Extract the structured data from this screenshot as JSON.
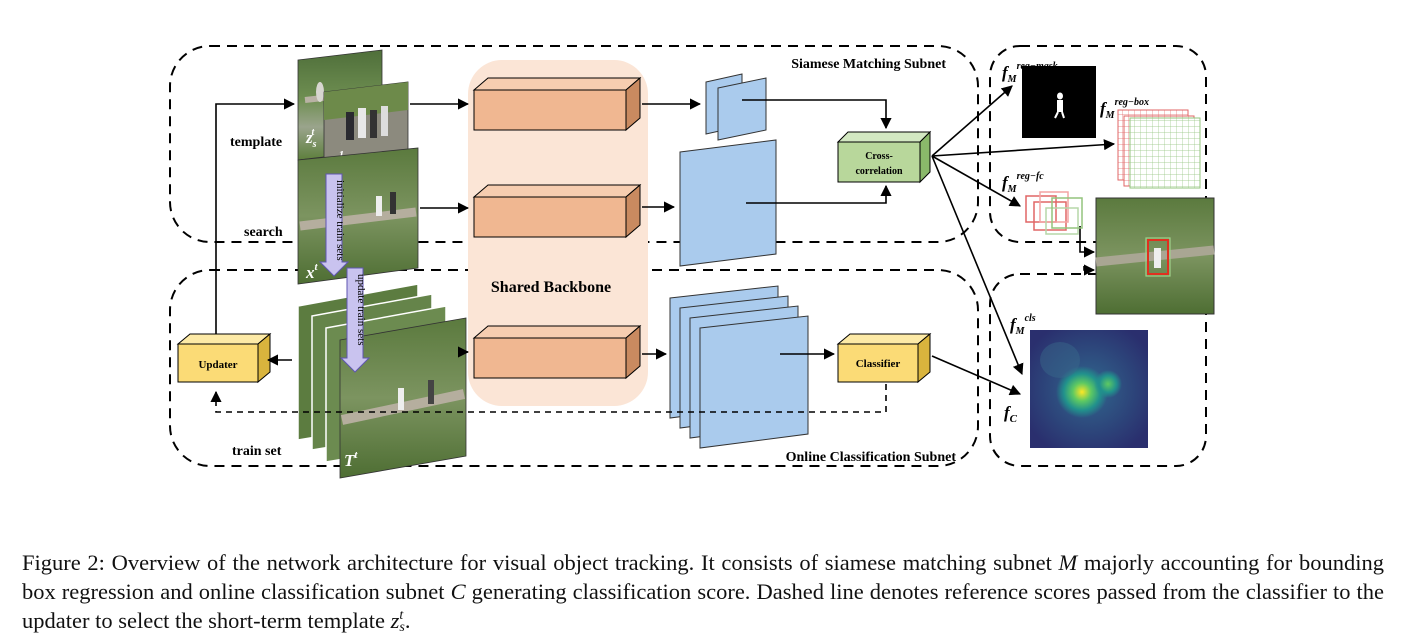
{
  "figure": {
    "labels": {
      "template": "template",
      "search": "search",
      "train_set": "train set",
      "shared_backbone": "Shared Backbone",
      "siamese_subnet": "Siamese Matching Subnet",
      "online_subnet": "Online Classification Subnet",
      "updater": "Updater",
      "classifier": "Classifier",
      "cross_line1": "Cross-",
      "cross_line2": "correlation",
      "init_train": "initialize train sets",
      "update_train": "update train sets"
    },
    "symbols": {
      "z_s_base": "z",
      "z_s_sub": "s",
      "z_s_sup": "t",
      "z1_base": "z",
      "z1_sup": "1",
      "xt_base": "x",
      "xt_sup": "t",
      "Tt_base": "T",
      "Tt_sup": "t",
      "f_mask_base": "f",
      "f_mask_sub": "M",
      "f_mask_sup": "reg−mask",
      "f_box_base": "f",
      "f_box_sub": "M",
      "f_box_sup": "reg−box",
      "f_fc_base": "f",
      "f_fc_sub": "M",
      "f_fc_sup": "reg−fc",
      "f_cls_base": "f",
      "f_cls_sub": "M",
      "f_cls_sup": "cls",
      "f_c_base": "f",
      "f_c_sub": "C"
    },
    "colors": {
      "backbone_block": "#f0b791",
      "backbone_panel": "#fbe5d6",
      "feature_map": "#aacbed",
      "cross_correlation": "#b8d79b",
      "updater_classifier": "#fbdb76",
      "reg_box_grid_red": "#e06666",
      "reg_box_grid_green": "#93c47d"
    }
  },
  "caption": {
    "part1": "Figure 2: Overview of the network architecture for visual object tracking. It consists of siamese matching subnet ",
    "M": "M",
    "part2": " majorly accounting for bounding box regression and online classification subnet ",
    "C": "C",
    "part3": " generating classification score. Dashed line denotes reference scores passed from the classifier to the updater to select the short-term template ",
    "z_base": "z",
    "z_sup": "t",
    "z_sub": "s",
    "end": "."
  }
}
